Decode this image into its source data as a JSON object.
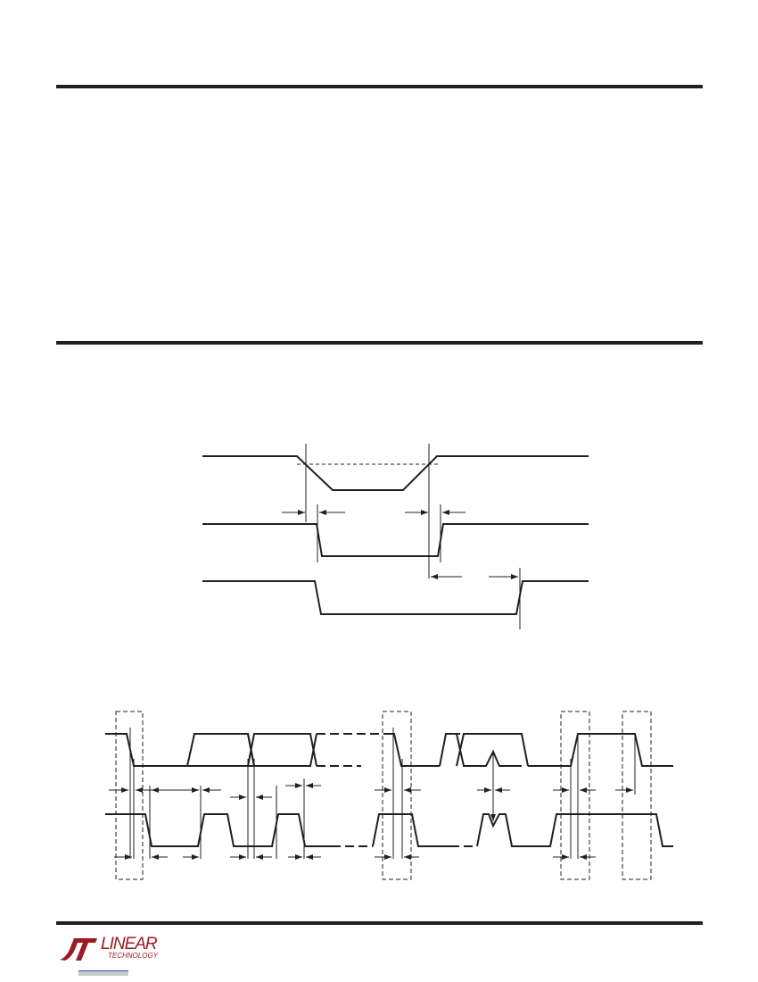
{
  "page": {
    "sections": [
      "section-1",
      "section-2",
      "footer"
    ]
  },
  "figures": {
    "upper_timing_diagram": {
      "signals": 3,
      "dashed_threshold": true
    },
    "lower_timing_diagram": {
      "signals": 2,
      "dashed_windows": 4
    }
  },
  "footer": {
    "logo_text": "LINEAR",
    "logo_subtext": "TECHNOLOGY",
    "brand_color": "#9a1b23",
    "link_color": "#2b4db8"
  }
}
